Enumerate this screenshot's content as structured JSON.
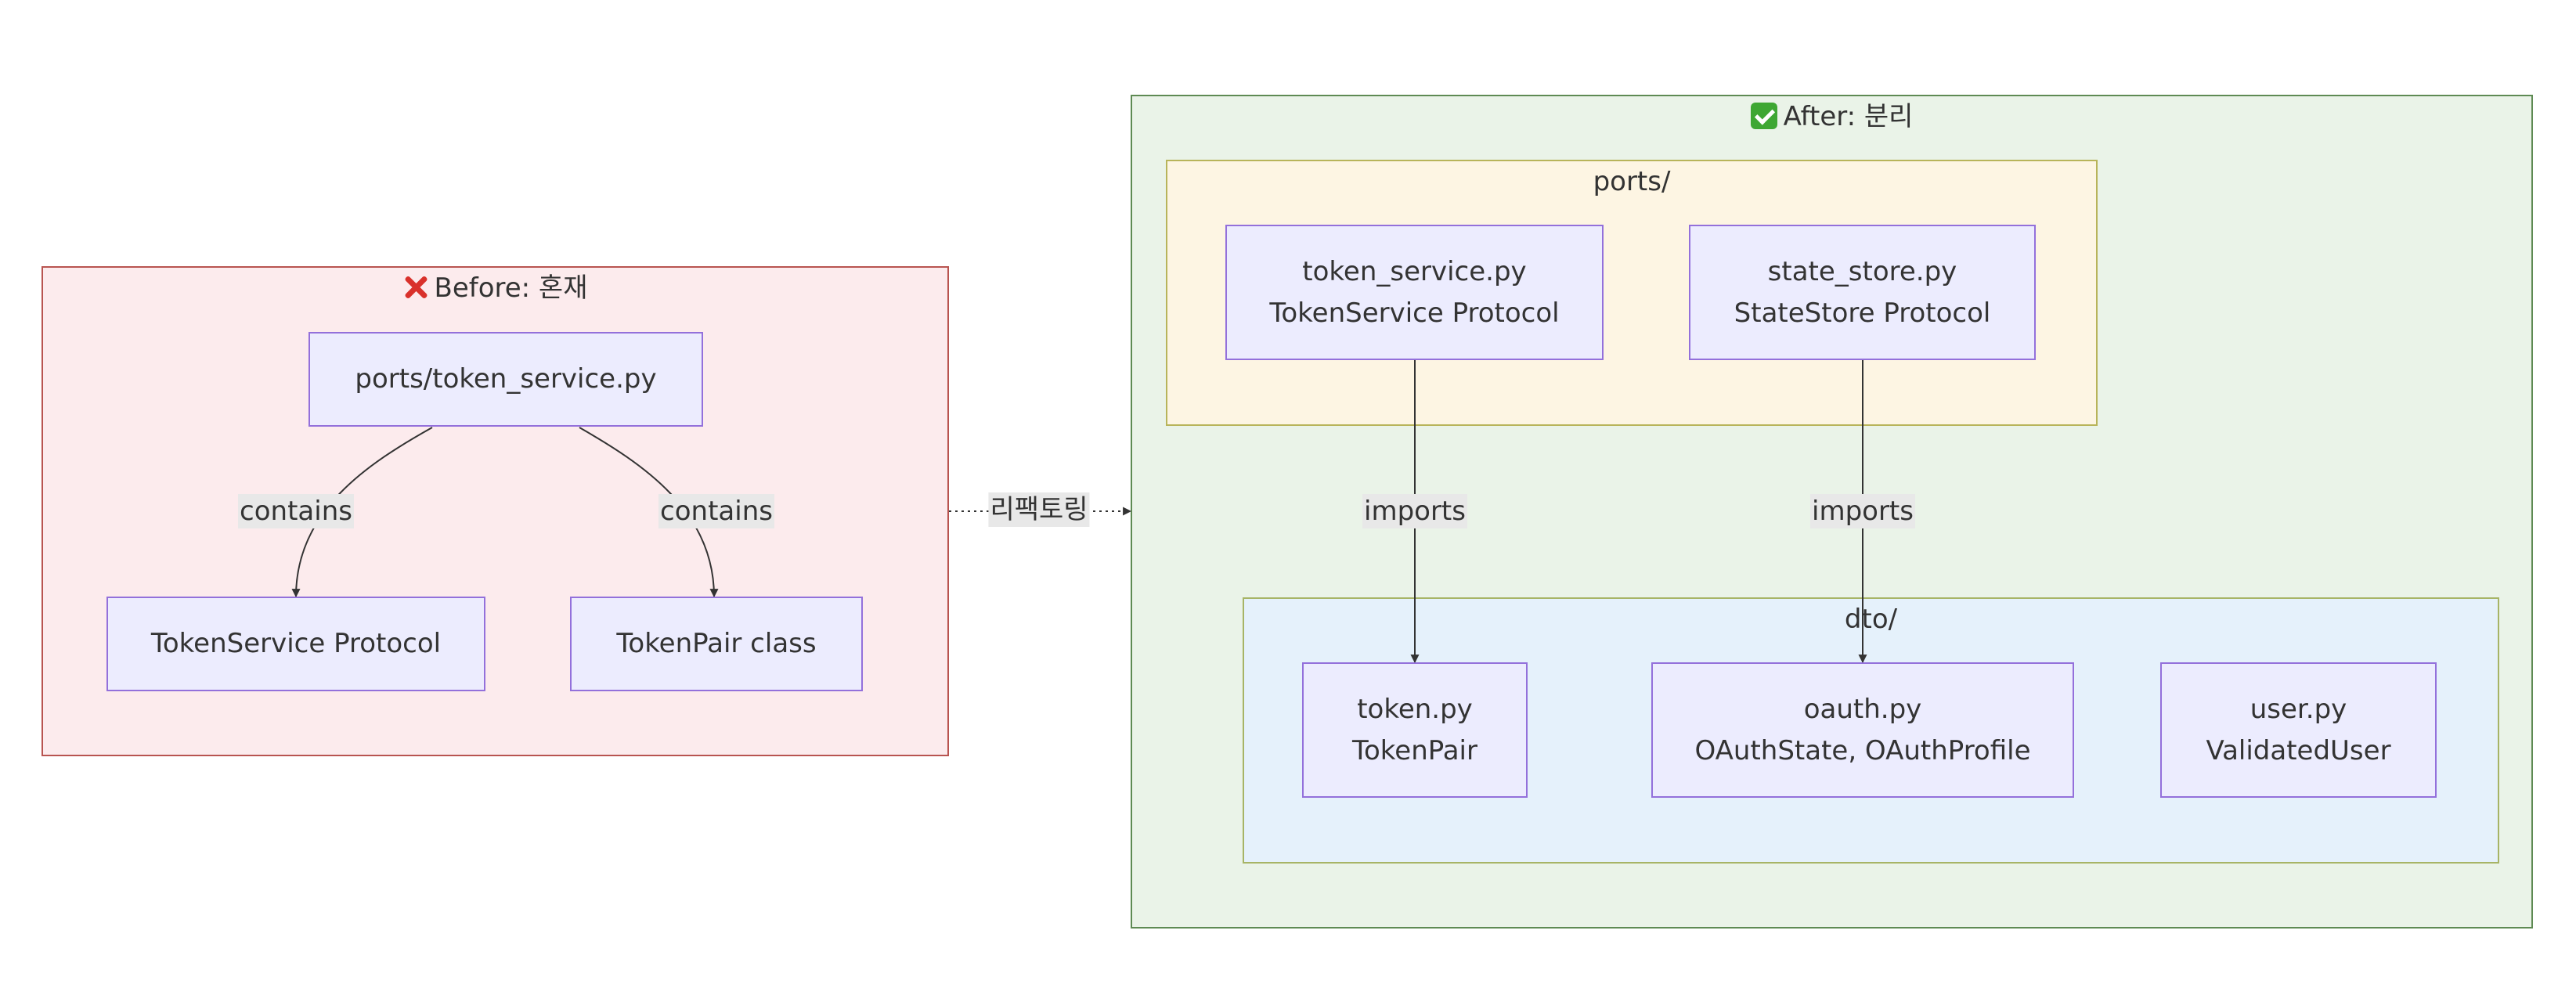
{
  "colors": {
    "node_fill": "#ececfe",
    "node_border": "#9370db",
    "before_fill": "#fcebed",
    "before_border": "#b85450",
    "after_fill": "#eaf3e8",
    "after_border": "#5e8a53",
    "ports_fill": "#fdf5e3",
    "dto_fill": "#e5f1fb",
    "edge": "#333333",
    "edge_label_bg": "#e8e8e8"
  },
  "before": {
    "icon": "cross-mark-icon",
    "title": "Before: 혼재",
    "source_node": "ports/token_service.py",
    "target_left": "TokenService Protocol",
    "target_right": "TokenPair class",
    "edge_left_label": "contains",
    "edge_right_label": "contains"
  },
  "refactor_label": "리팩토링",
  "after": {
    "icon": "check-mark-icon",
    "title": "After: 분리",
    "ports": {
      "title": "ports/",
      "token_service": {
        "file": "token_service.py",
        "desc": "TokenService Protocol"
      },
      "state_store": {
        "file": "state_store.py",
        "desc": "StateStore Protocol"
      }
    },
    "dto": {
      "title": "dto/",
      "token": {
        "file": "token.py",
        "desc": "TokenPair"
      },
      "oauth": {
        "file": "oauth.py",
        "desc": "OAuthState, OAuthProfile"
      },
      "user": {
        "file": "user.py",
        "desc": "ValidatedUser"
      }
    },
    "edge_left_label": "imports",
    "edge_right_label": "imports"
  }
}
